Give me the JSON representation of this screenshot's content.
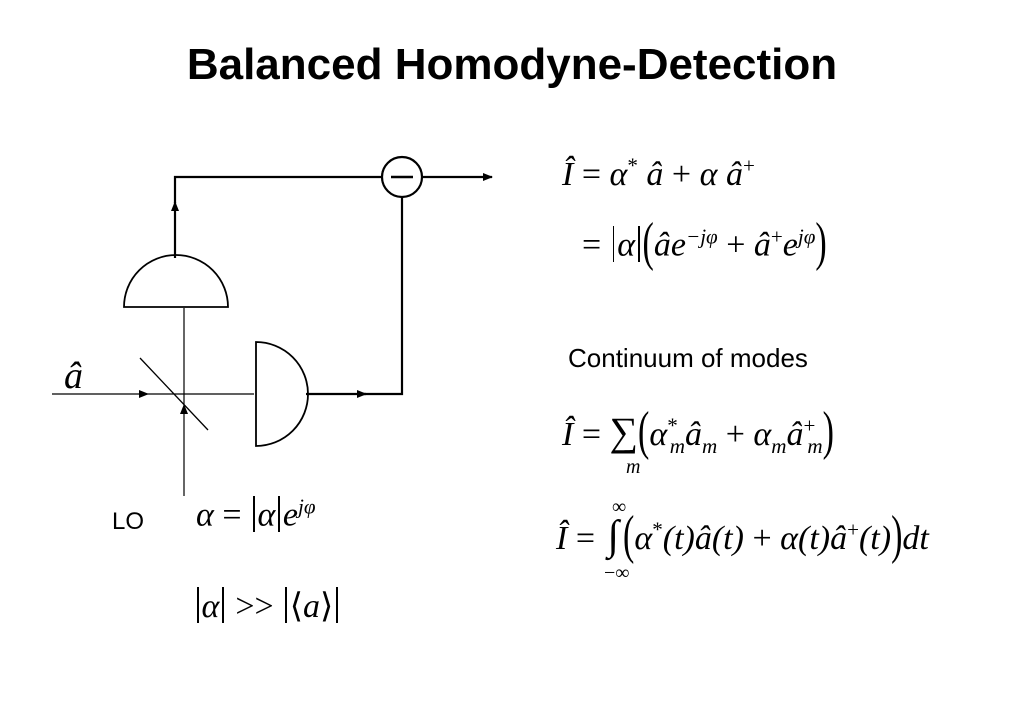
{
  "title": "Balanced Homodyne-Detection",
  "diagram": {
    "input_label": "â",
    "lo_label": "LO",
    "subtractor_symbol": "−"
  },
  "equations": {
    "lo_field": {
      "alpha": "α",
      "equals": "=",
      "e": "e",
      "exp": "jφ"
    },
    "condition": {
      "alpha": "α",
      "gg": ">>",
      "a": "a"
    },
    "current_1": {
      "I": "Î",
      "equals": "=",
      "alpha": "α",
      "star": "*",
      "a": "â",
      "plus": "+",
      "alpha2": "α",
      "a2": "â",
      "dagger": "+"
    },
    "current_2": {
      "equals": "=",
      "alpha": "α",
      "a": "â",
      "e1": "e",
      "exp1": "−jφ",
      "plus": "+",
      "a2": "â",
      "dagger": "+",
      "e2": "e",
      "exp2": "jφ"
    },
    "continuum_label": "Continuum of modes",
    "sum_eq": {
      "I": "Î",
      "equals": "=",
      "sigma": "∑",
      "index": "m",
      "alpha": "α",
      "star": "*",
      "sub": "m",
      "a": "â",
      "plus": "+",
      "alpha2": "α",
      "a2": "â",
      "dagger": "+"
    },
    "integral_eq": {
      "I": "Î",
      "equals": "=",
      "integral": "∫",
      "upper": "∞",
      "lower": "−∞",
      "alpha": "α",
      "star": "*",
      "t": "(t)",
      "a": "â",
      "plus": "+",
      "alpha2": "α",
      "a2": "â",
      "dagger": "+",
      "dt": "dt"
    }
  }
}
